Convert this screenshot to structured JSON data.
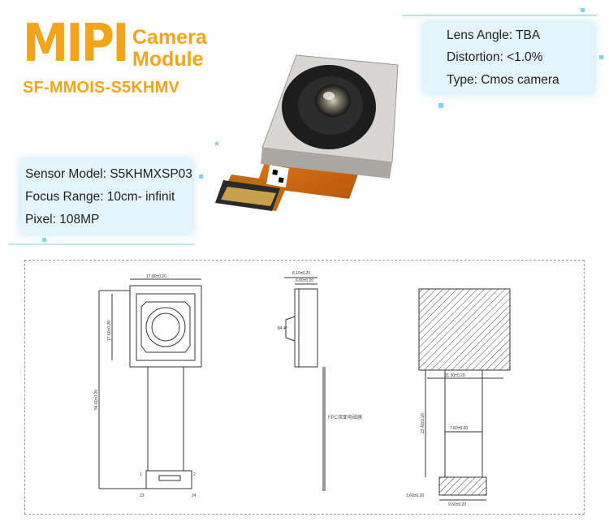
{
  "brand": {
    "mipi": "MIPI",
    "camera": "Camera",
    "module": "Module",
    "model": "SF-MMOIS-S5KHMV"
  },
  "specs_right": [
    "Lens Angle: TBA",
    "Distortion: <1.0%",
    "Type: Cmos camera"
  ],
  "specs_left": [
    "Sensor Model: S5KHMXSP03",
    "Focus Range: 10cm- infinit",
    "Pixel: 108MP"
  ],
  "drawing": {
    "front": {
      "width": "17.80±0.20",
      "height": "17.60±0.20",
      "total_height": "54.60±0.20",
      "pin1": "1",
      "pin2": "2",
      "pin23": "23",
      "pin24": "24"
    },
    "side": {
      "top1": "8.10±0.20",
      "top2": "6.00±0.20",
      "angle": "84.4°",
      "note": "FPC双面电磁膜"
    },
    "back": {
      "fpc_width": "11.50±0.20",
      "height": "23.40±0.20",
      "narrow": "7.82±0.20",
      "conn_h": "3.60±0.20",
      "conn_w": "9.60±0.20"
    }
  },
  "colors": {
    "accent": "#f2a51a",
    "spec_bg": "#e2f3fa",
    "glow": "#7fd3f0"
  }
}
